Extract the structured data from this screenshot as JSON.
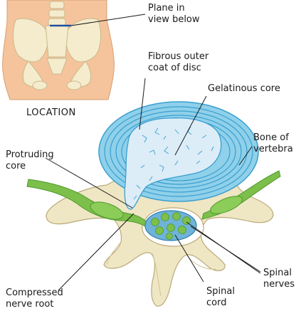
{
  "labels": {
    "plane": [
      "Plane in",
      "view below"
    ],
    "fibrous": [
      "Fibrous outer",
      "coat of disc"
    ],
    "gelatinous": [
      "Gelatinous core"
    ],
    "bone": [
      "Bone of",
      "vertebra"
    ],
    "protruding": [
      "Protruding",
      "core"
    ],
    "spinal_nerves": [
      "Spinal",
      "nerves"
    ],
    "spinal_cord": [
      "Spinal",
      "cord"
    ],
    "compressed": [
      "Compressed",
      "nerve root"
    ],
    "location": "LOCATION"
  },
  "colors": {
    "skin": "#f5c49c",
    "bone": "#efe6c4",
    "bone_shadow": "#d8cc9f",
    "disc_rings": "#8fd0ea",
    "disc_dark": "#3a9fcf",
    "core": "#dcedf7",
    "nerve": "#7cbf4a",
    "nerve_dark": "#4f9a2e",
    "cord_blue": "#6fb3d8",
    "plane_line": "#1d4fa0"
  }
}
